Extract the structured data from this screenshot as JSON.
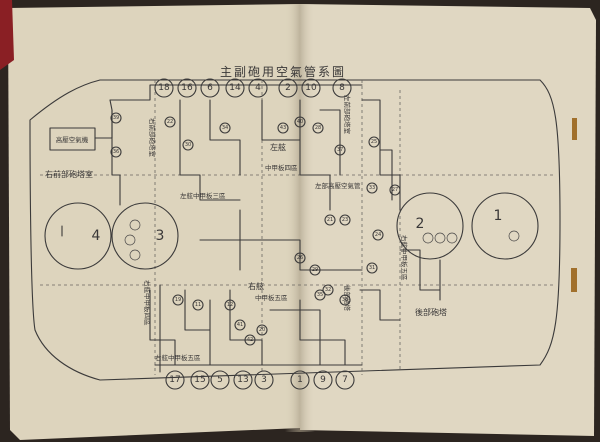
{
  "document": {
    "title": "主副砲用空氣管系圖",
    "labels": {
      "compressor": "高壓空氣機",
      "left_room": "右前部砲塔室",
      "left_machinery": "左舷中甲板三區",
      "right_room": "左舷中甲板四區",
      "port_hatch": "左前部砲塔室",
      "starboard": "右舷",
      "aft_gun": "後部砲塔",
      "center_block": "左舷中甲板三區",
      "center_room": "左部高壓空氣管",
      "upper_mid": "中甲板四區",
      "right_side_text": "右舷中甲板五區",
      "lower_left": "右舷中甲板五區",
      "lower_mid": "中甲板五區",
      "lower_right": "右舷中甲板四區",
      "bottom_right": "後部砲塔",
      "left_title": "右前部砲塔室",
      "mid_label_a": "左舷",
      "mid_label_b": "右舷"
    },
    "turret_numbers": {
      "t1": "1",
      "t2": "2",
      "t3": "3",
      "t4": "4"
    },
    "top_circles": [
      "18",
      "16",
      "6",
      "14",
      "4",
      "2",
      "10",
      "8"
    ],
    "bottom_circles": [
      "17",
      "15",
      "5",
      "13",
      "3",
      "1",
      "9",
      "7"
    ],
    "valve_numbers": [
      "39",
      "36",
      "22",
      "30",
      "34",
      "43",
      "40",
      "28",
      "25",
      "37",
      "33",
      "27",
      "24",
      "31",
      "21",
      "23",
      "26",
      "29",
      "32",
      "38",
      "35",
      "41",
      "42",
      "20",
      "19",
      "11",
      "12"
    ]
  }
}
